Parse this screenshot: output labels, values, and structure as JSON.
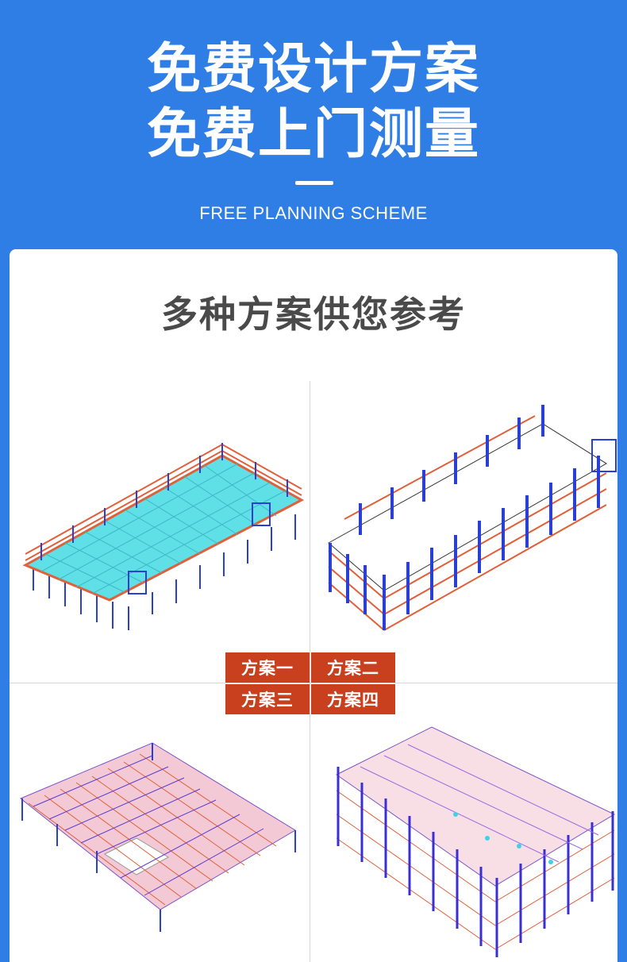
{
  "hero": {
    "line1": "免费设计方案",
    "line2": "免费上门测量",
    "subtitle": "FREE PLANNING SCHEME"
  },
  "card": {
    "title": "多种方案供您参考"
  },
  "schemes": [
    {
      "label": "方案一"
    },
    {
      "label": "方案二"
    },
    {
      "label": "方案三"
    },
    {
      "label": "方案四"
    }
  ],
  "colors": {
    "background": "#2f7ee6",
    "label": "#c9401e",
    "rack_blue": "#2a3fd6",
    "rack_orange": "#e0603a",
    "deck_cyan": "#5fe0e6"
  }
}
